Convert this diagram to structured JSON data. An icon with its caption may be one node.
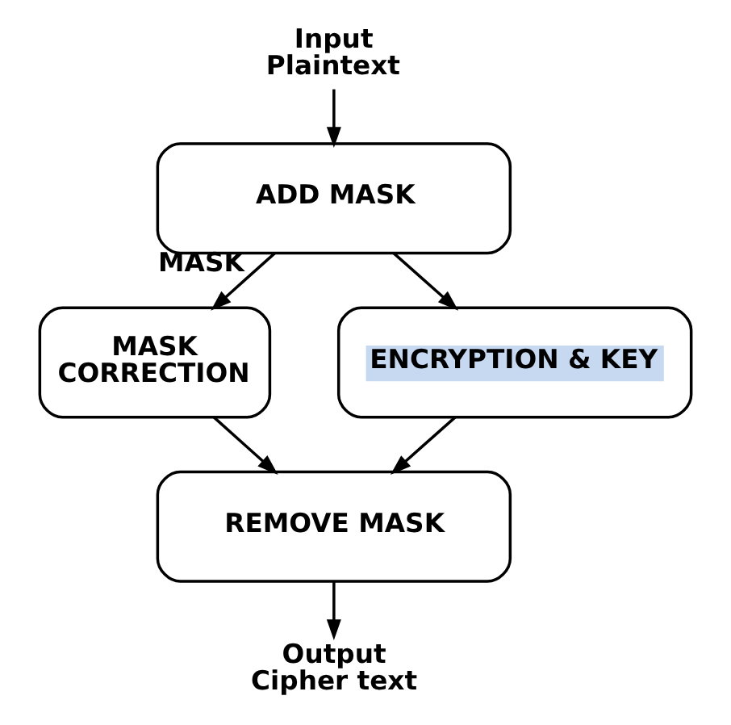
{
  "diagram": {
    "nodes": [
      {
        "text": [
          "Input Plaintext"
        ]
      },
      {
        "text": [
          "ADD MASK"
        ]
      },
      {
        "text": [
          "MASK CORRECTION"
        ]
      },
      {
        "text": [
          "ENCRYPTION & KEY"
        ]
      },
      {
        "text": [
          "REMOVE MASK"
        ]
      },
      {
        "text": [
          "Output Cipher text"
        ]
      }
    ],
    "edges": [
      {
        "from": 0,
        "to": 1,
        "arrow": "to"
      },
      {
        "from": 1,
        "to": 2,
        "arrow": "to",
        "label": "MASK"
      },
      {
        "from": 1,
        "to": 3,
        "arrow": "to"
      },
      {
        "from": 3,
        "to": 4,
        "arrow": "to"
      },
      {
        "from": 2,
        "to": 4,
        "arrow": "to"
      },
      {
        "from": 4,
        "to": 5,
        "arrow": "to"
      }
    ]
  }
}
